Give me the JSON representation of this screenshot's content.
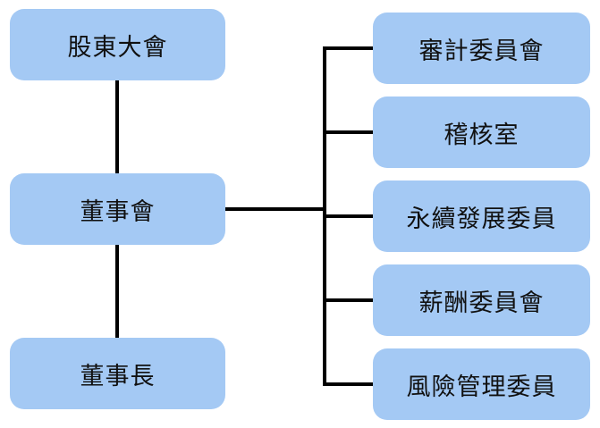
{
  "org_chart": {
    "left_column": [
      {
        "id": "shareholders",
        "label": "股東大會"
      },
      {
        "id": "board",
        "label": "董事會"
      },
      {
        "id": "chairman",
        "label": "董事長"
      }
    ],
    "committees": [
      {
        "id": "audit",
        "label": "審計委員會"
      },
      {
        "id": "internal-audit",
        "label": "稽核室"
      },
      {
        "id": "sustainability",
        "label": "永續發展委員"
      },
      {
        "id": "remuneration",
        "label": "薪酬委員會"
      },
      {
        "id": "risk",
        "label": "風險管理委員"
      }
    ],
    "colors": {
      "node_fill": "#a4c9f4",
      "connector": "#000000",
      "text": "#111111"
    }
  }
}
